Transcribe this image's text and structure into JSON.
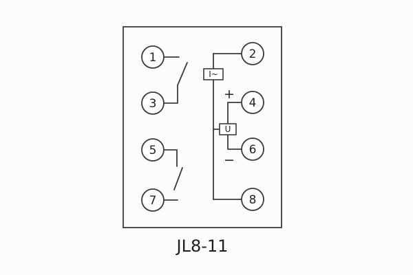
{
  "diagram": {
    "caption": "JL8-11",
    "terminals": {
      "t1": "1",
      "t2": "2",
      "t3": "3",
      "t4": "4",
      "t5": "5",
      "t6": "6",
      "t7": "7",
      "t8": "8"
    },
    "labels": {
      "current_element": "I~",
      "voltage_element": "U",
      "polarity_plus": "+",
      "polarity_minus": "−"
    },
    "colors": {
      "line": "#3a3a3a",
      "background": "#fcfcfc"
    }
  }
}
